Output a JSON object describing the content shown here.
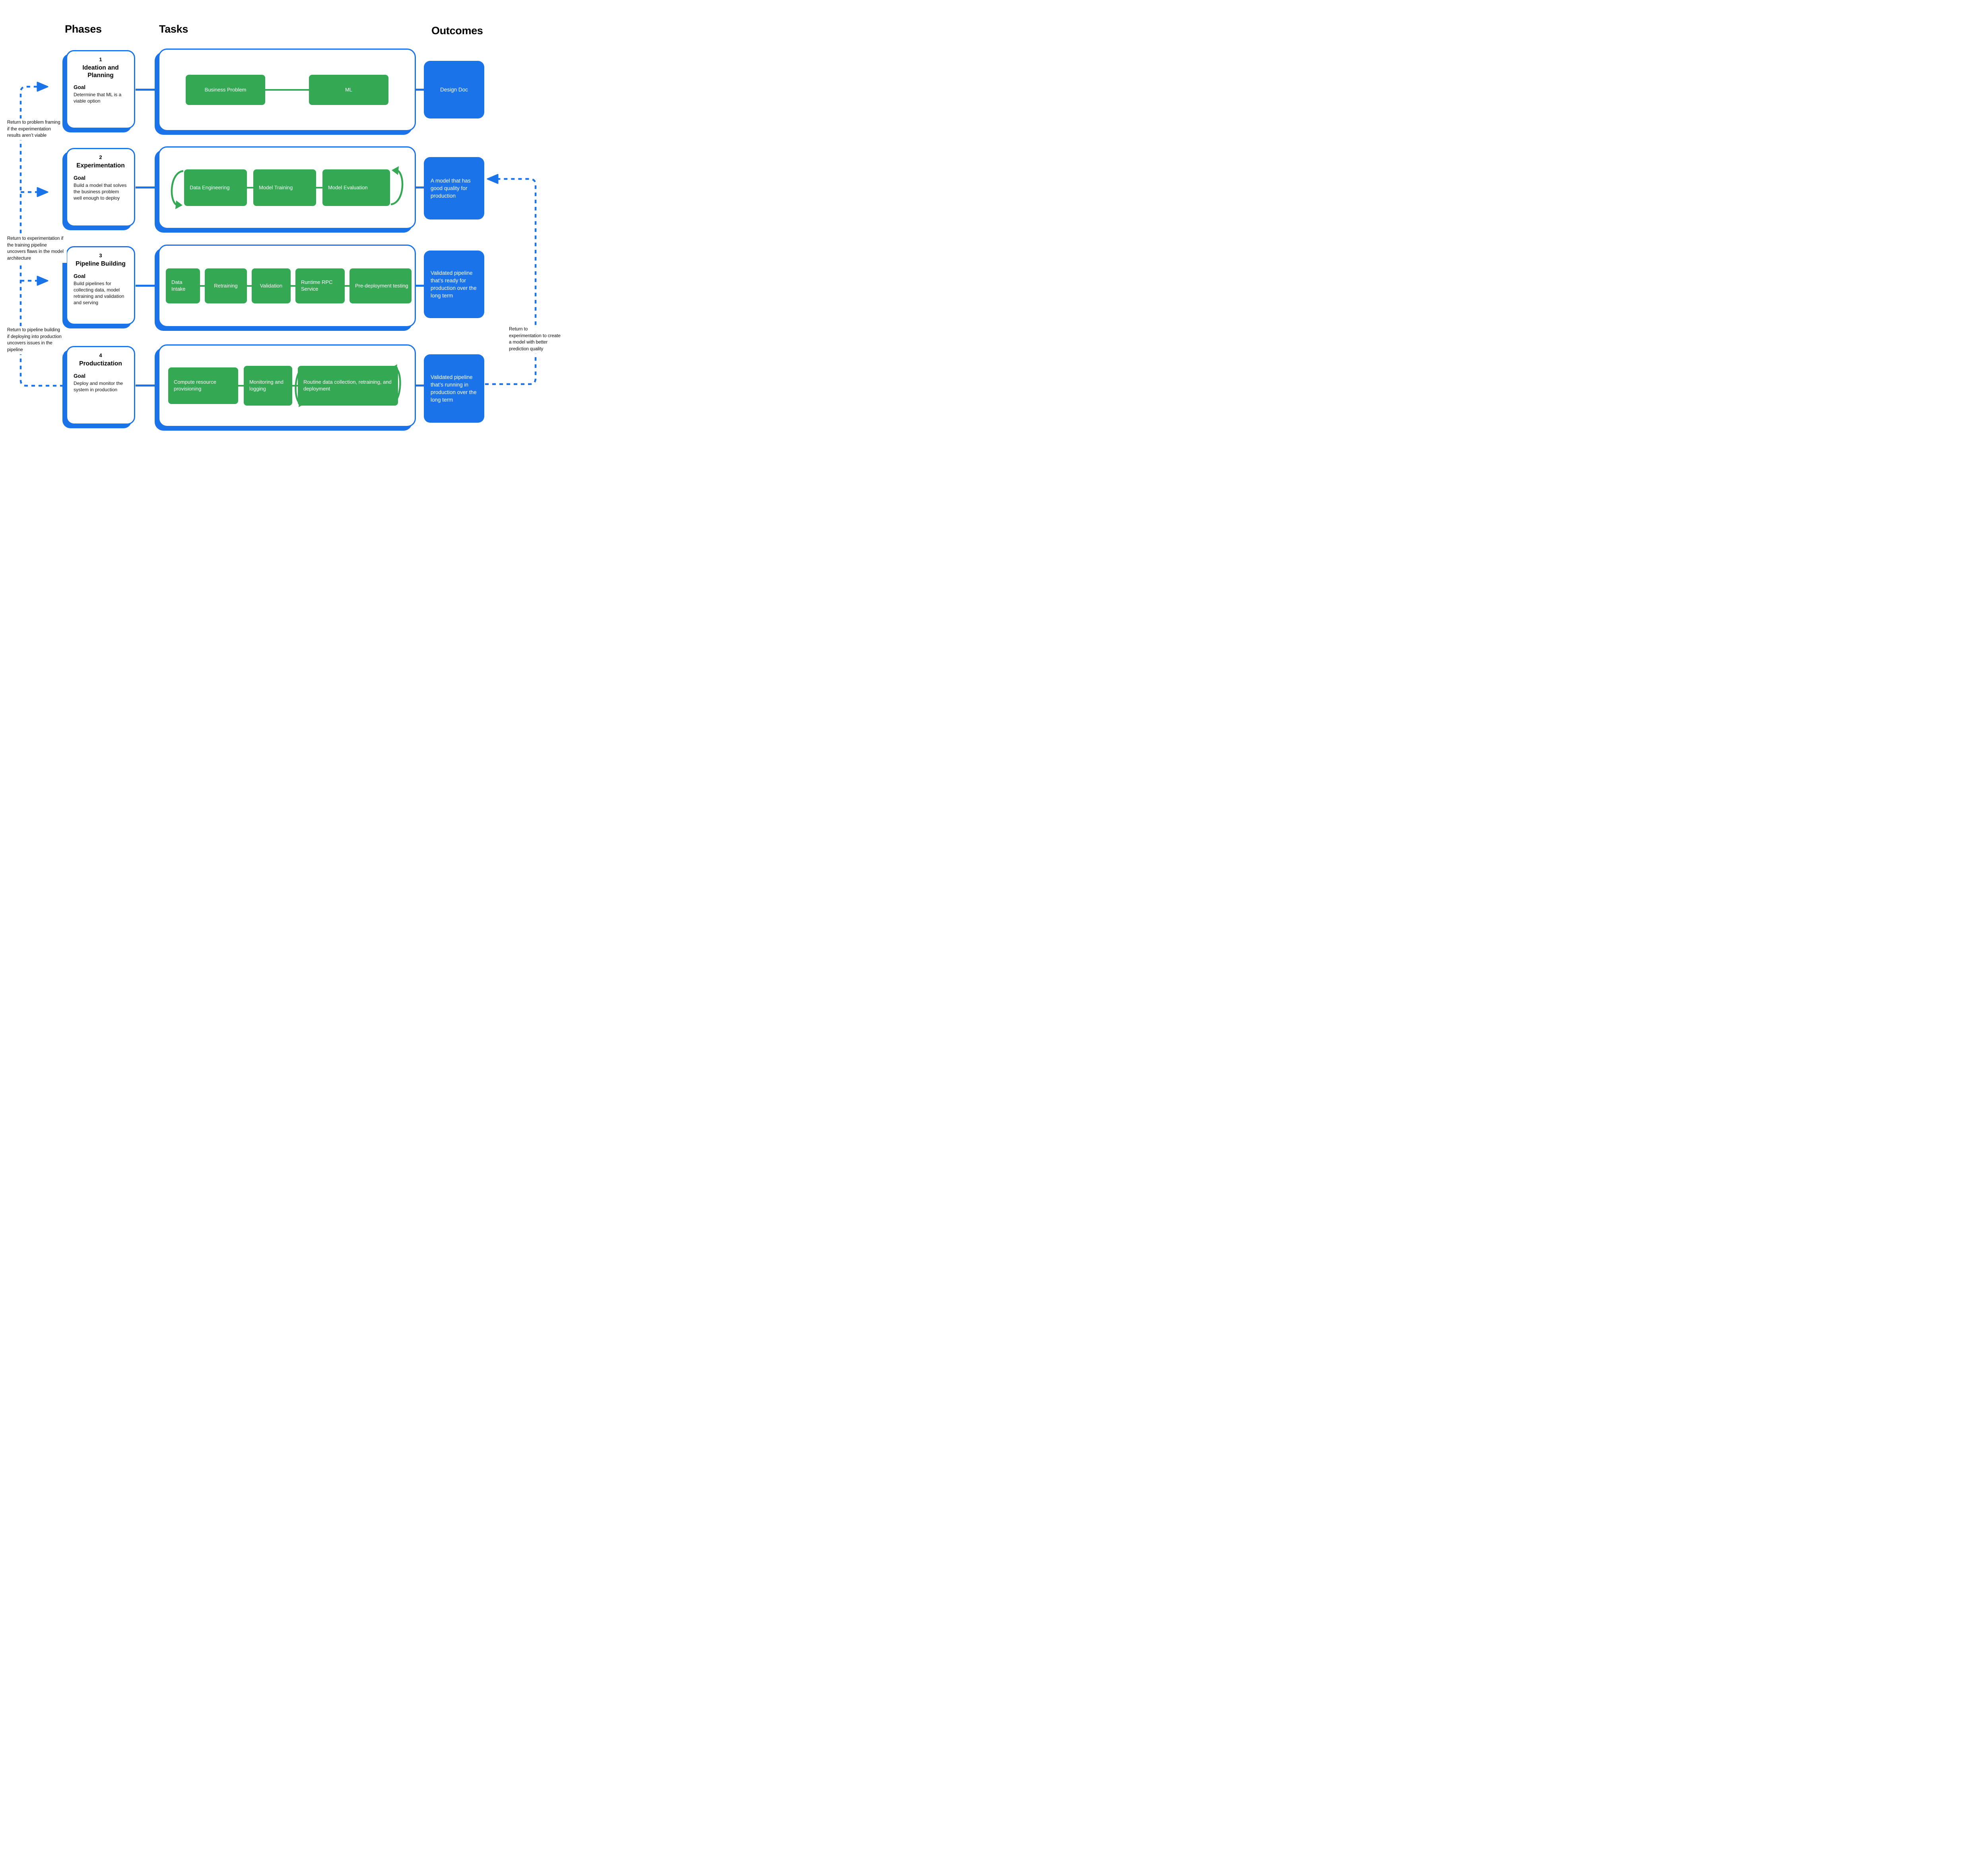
{
  "headers": {
    "phases": "Phases",
    "tasks": "Tasks",
    "outcomes": "Outcomes"
  },
  "colors": {
    "accent_blue": "#1A73E8",
    "task_green": "#34A853",
    "text_black": "#000000"
  },
  "rows": [
    {
      "number": "1",
      "title": "Ideation and Planning",
      "goal_label": "Goal",
      "goal": "Determine that ML is a viable option",
      "tasks": [
        "Business Problem",
        "ML"
      ],
      "outcome": "Design Doc"
    },
    {
      "number": "2",
      "title": "Experimentation",
      "goal_label": "Goal",
      "goal": "Build a model that solves the business problem well enough to deploy",
      "tasks": [
        "Data Engineering",
        "Model Training",
        "Model Evaluation"
      ],
      "outcome": "A model that has good quality for production"
    },
    {
      "number": "3",
      "title": "Pipeline Building",
      "goal_label": "Goal",
      "goal": "Build pipelines for collecting data, model retraining and validation and serving",
      "tasks": [
        "Data Intake",
        "Retraining",
        "Validation",
        "Runtime RPC Service",
        "Pre-deployment testing"
      ],
      "outcome": "Validated pipeline that’s ready for production over the long term"
    },
    {
      "number": "4",
      "title": "Productization",
      "goal_label": "Goal",
      "goal": "Deploy and monitor the system in production",
      "tasks": [
        "Compute resource provisioning",
        "Monitoring and logging",
        "Routine data collection, retraining, and deployment"
      ],
      "outcome": "Validated pipeline that’s running in production over the long term"
    }
  ],
  "annotations": {
    "left": [
      "Return to problem framing if the experimentation results aren’t viable",
      "Return to experimentation if the training pipeline uncovers flaws in the model architecture",
      "Return to pipeline building if deploying into production uncovers issues in the pipeline"
    ],
    "right": "Return to experimentation to create a model with better prediction quality"
  }
}
